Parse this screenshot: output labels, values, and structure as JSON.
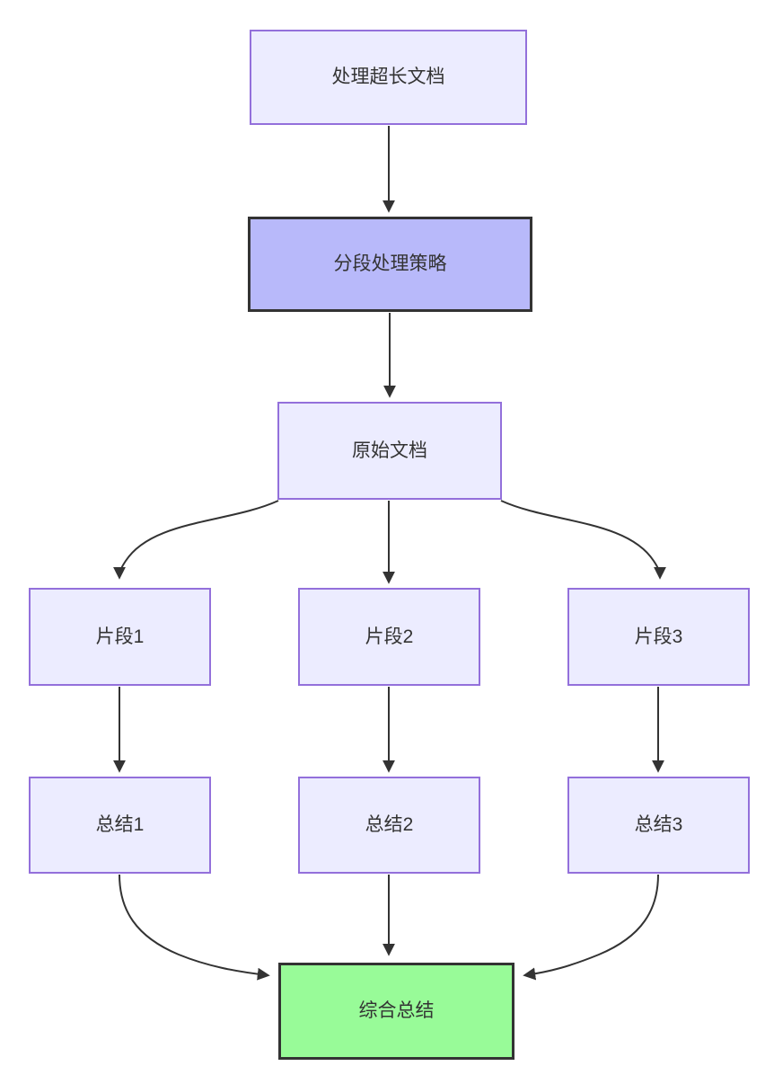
{
  "diagram": {
    "kind": "flowchart-top-down",
    "background_color": "#ffffff",
    "colors": {
      "node_fill": "#ECECFF",
      "node_border": "#9370DB",
      "highlight_node_fill": "#b8b9fa",
      "highlight_node_border": "#333333",
      "success_node_fill": "#98fb98",
      "success_node_border": "#333333",
      "edge_stroke": "#333333",
      "label_text": "#333333"
    },
    "nodes": [
      {
        "id": "A",
        "label": "处理超长文档",
        "style": "default"
      },
      {
        "id": "B",
        "label": "分段处理策略",
        "style": "highlight"
      },
      {
        "id": "C",
        "label": "原始文档",
        "style": "default"
      },
      {
        "id": "D1",
        "label": "片段1",
        "style": "default"
      },
      {
        "id": "D2",
        "label": "片段2",
        "style": "default"
      },
      {
        "id": "D3",
        "label": "片段3",
        "style": "default"
      },
      {
        "id": "E1",
        "label": "总结1",
        "style": "default"
      },
      {
        "id": "E2",
        "label": "总结2",
        "style": "default"
      },
      {
        "id": "E3",
        "label": "总结3",
        "style": "default"
      },
      {
        "id": "F",
        "label": "综合总结",
        "style": "success"
      }
    ],
    "edges": [
      {
        "from": "A",
        "to": "B"
      },
      {
        "from": "B",
        "to": "C"
      },
      {
        "from": "C",
        "to": "D1"
      },
      {
        "from": "C",
        "to": "D2"
      },
      {
        "from": "C",
        "to": "D3"
      },
      {
        "from": "D1",
        "to": "E1"
      },
      {
        "from": "D2",
        "to": "E2"
      },
      {
        "from": "D3",
        "to": "E3"
      },
      {
        "from": "E1",
        "to": "F"
      },
      {
        "from": "E2",
        "to": "F"
      },
      {
        "from": "E3",
        "to": "F"
      }
    ]
  }
}
